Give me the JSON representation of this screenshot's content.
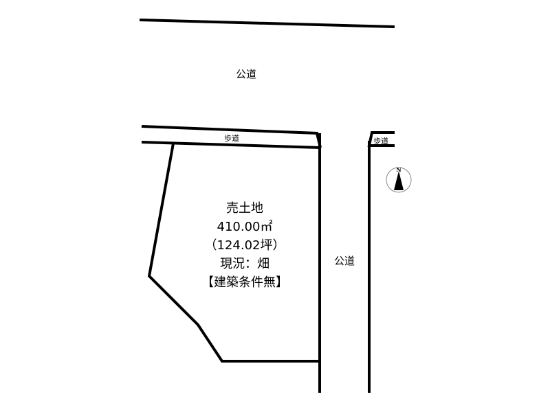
{
  "roads": {
    "top_label": "公道",
    "right_label": "公道"
  },
  "sidewalks": {
    "left_label": "歩道",
    "right_label": "歩道"
  },
  "lot": {
    "title": "売土地",
    "area_sqm": "410.00㎡",
    "area_tsubo": "（124.02坪）",
    "current_status": "現況：畑",
    "condition": "【建築条件無】"
  },
  "compass": {
    "north_label": "N",
    "icon": "north-arrow-icon"
  },
  "colors": {
    "line": "#000000",
    "background": "#ffffff",
    "compass_circle": "#888888"
  }
}
